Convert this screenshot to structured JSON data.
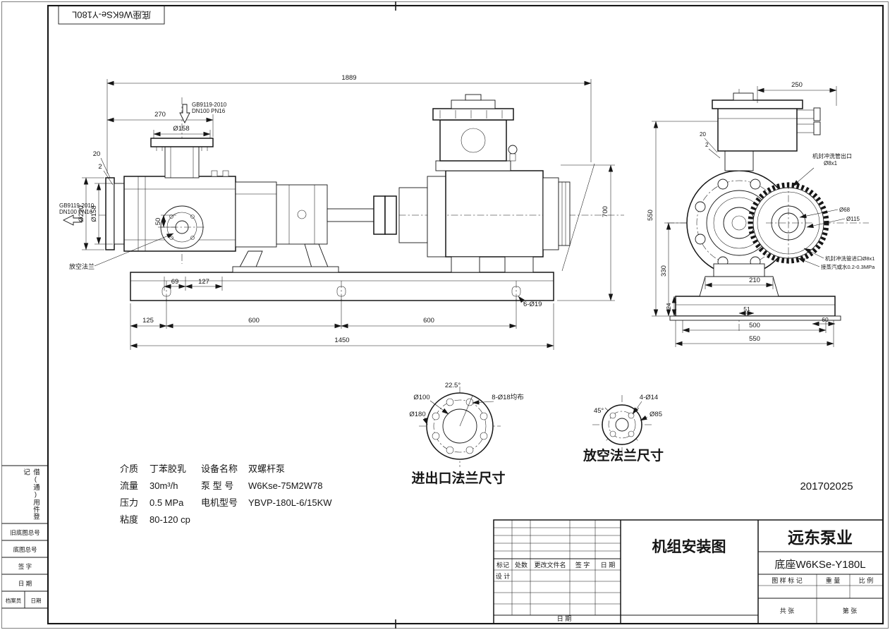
{
  "frame": {
    "mirrored_title": "底座W6KSe-Y180L"
  },
  "margin": {
    "borrow": "借(通)用件登记",
    "old_no": "旧底图总号",
    "base_no": "底图总号",
    "sign": "签  字",
    "date": "日  期",
    "archivist": "档案员",
    "arch_date": "日期"
  },
  "main_view": {
    "d1889": "1889",
    "d270": "270",
    "dtop_flange": "Ø158",
    "top_std1": "GB9119-2010",
    "top_std2": "DN100 PN16",
    "left_std1": "GB9119-2010",
    "left_std2": "DN100 PN16",
    "d20": "20",
    "d2": "2",
    "d220": "Ø220",
    "d158": "Ø158",
    "d50": "50",
    "vent": "放空法兰",
    "d69": "69",
    "d127": "127",
    "d125": "125",
    "d600a": "600",
    "d600b": "600",
    "d1450": "1450",
    "anchor": "6-Ø19",
    "d700": "700"
  },
  "end_view": {
    "d250": "250",
    "d20": "20",
    "d2": "2",
    "seal_out1": "机封冲洗管出口",
    "seal_out2": "Ø8x1",
    "d550v": "550",
    "d330": "330",
    "d68": "Ø68",
    "d115": "Ø115",
    "seal_in": "机封冲洗管进口Ø8x1",
    "steam": "接蒸汽或水0.2-0.3MPa",
    "d210": "210",
    "d24": "24",
    "d51": "51",
    "d500": "500",
    "d550": "550",
    "d60": "60"
  },
  "flange_io": {
    "caption": "进出口法兰尺寸",
    "angle": "22.5°",
    "d100": "Ø100",
    "d180": "Ø180",
    "holes": "8-Ø18均布"
  },
  "flange_vent": {
    "caption": "放空法兰尺寸",
    "holes": "4-Ø14",
    "d85": "Ø85",
    "angle": "45°"
  },
  "specs": {
    "medium_l": "介质",
    "medium": "丁苯胶乳",
    "flow_l": "流量",
    "flow": "30m³/h",
    "press_l": "压力",
    "press": "0.5 MPa",
    "visc_l": "粘度",
    "visc": "80-120 cp",
    "equip_l": "设备名称",
    "equip": "双螺杆泵",
    "pump_l": "泵 型 号",
    "pump": "W6Kse-75M2W78",
    "motor_l": "电机型号",
    "motor": "YBVP-180L-6/15KW"
  },
  "doc_no": "201702025",
  "title_block": {
    "company": "远东泵业",
    "title": "机组安装图",
    "model": "底座W6KSe-Y180L",
    "mark": "标记",
    "count": "处数",
    "file": "更改文件名",
    "sign": "签 字",
    "date": "日 期",
    "design": "设 计",
    "date2": "日 期",
    "pattern_mark": "图 样 标 记",
    "weight": "重 量",
    "scale": "比 例",
    "total": "共  张",
    "page": "第  张"
  }
}
